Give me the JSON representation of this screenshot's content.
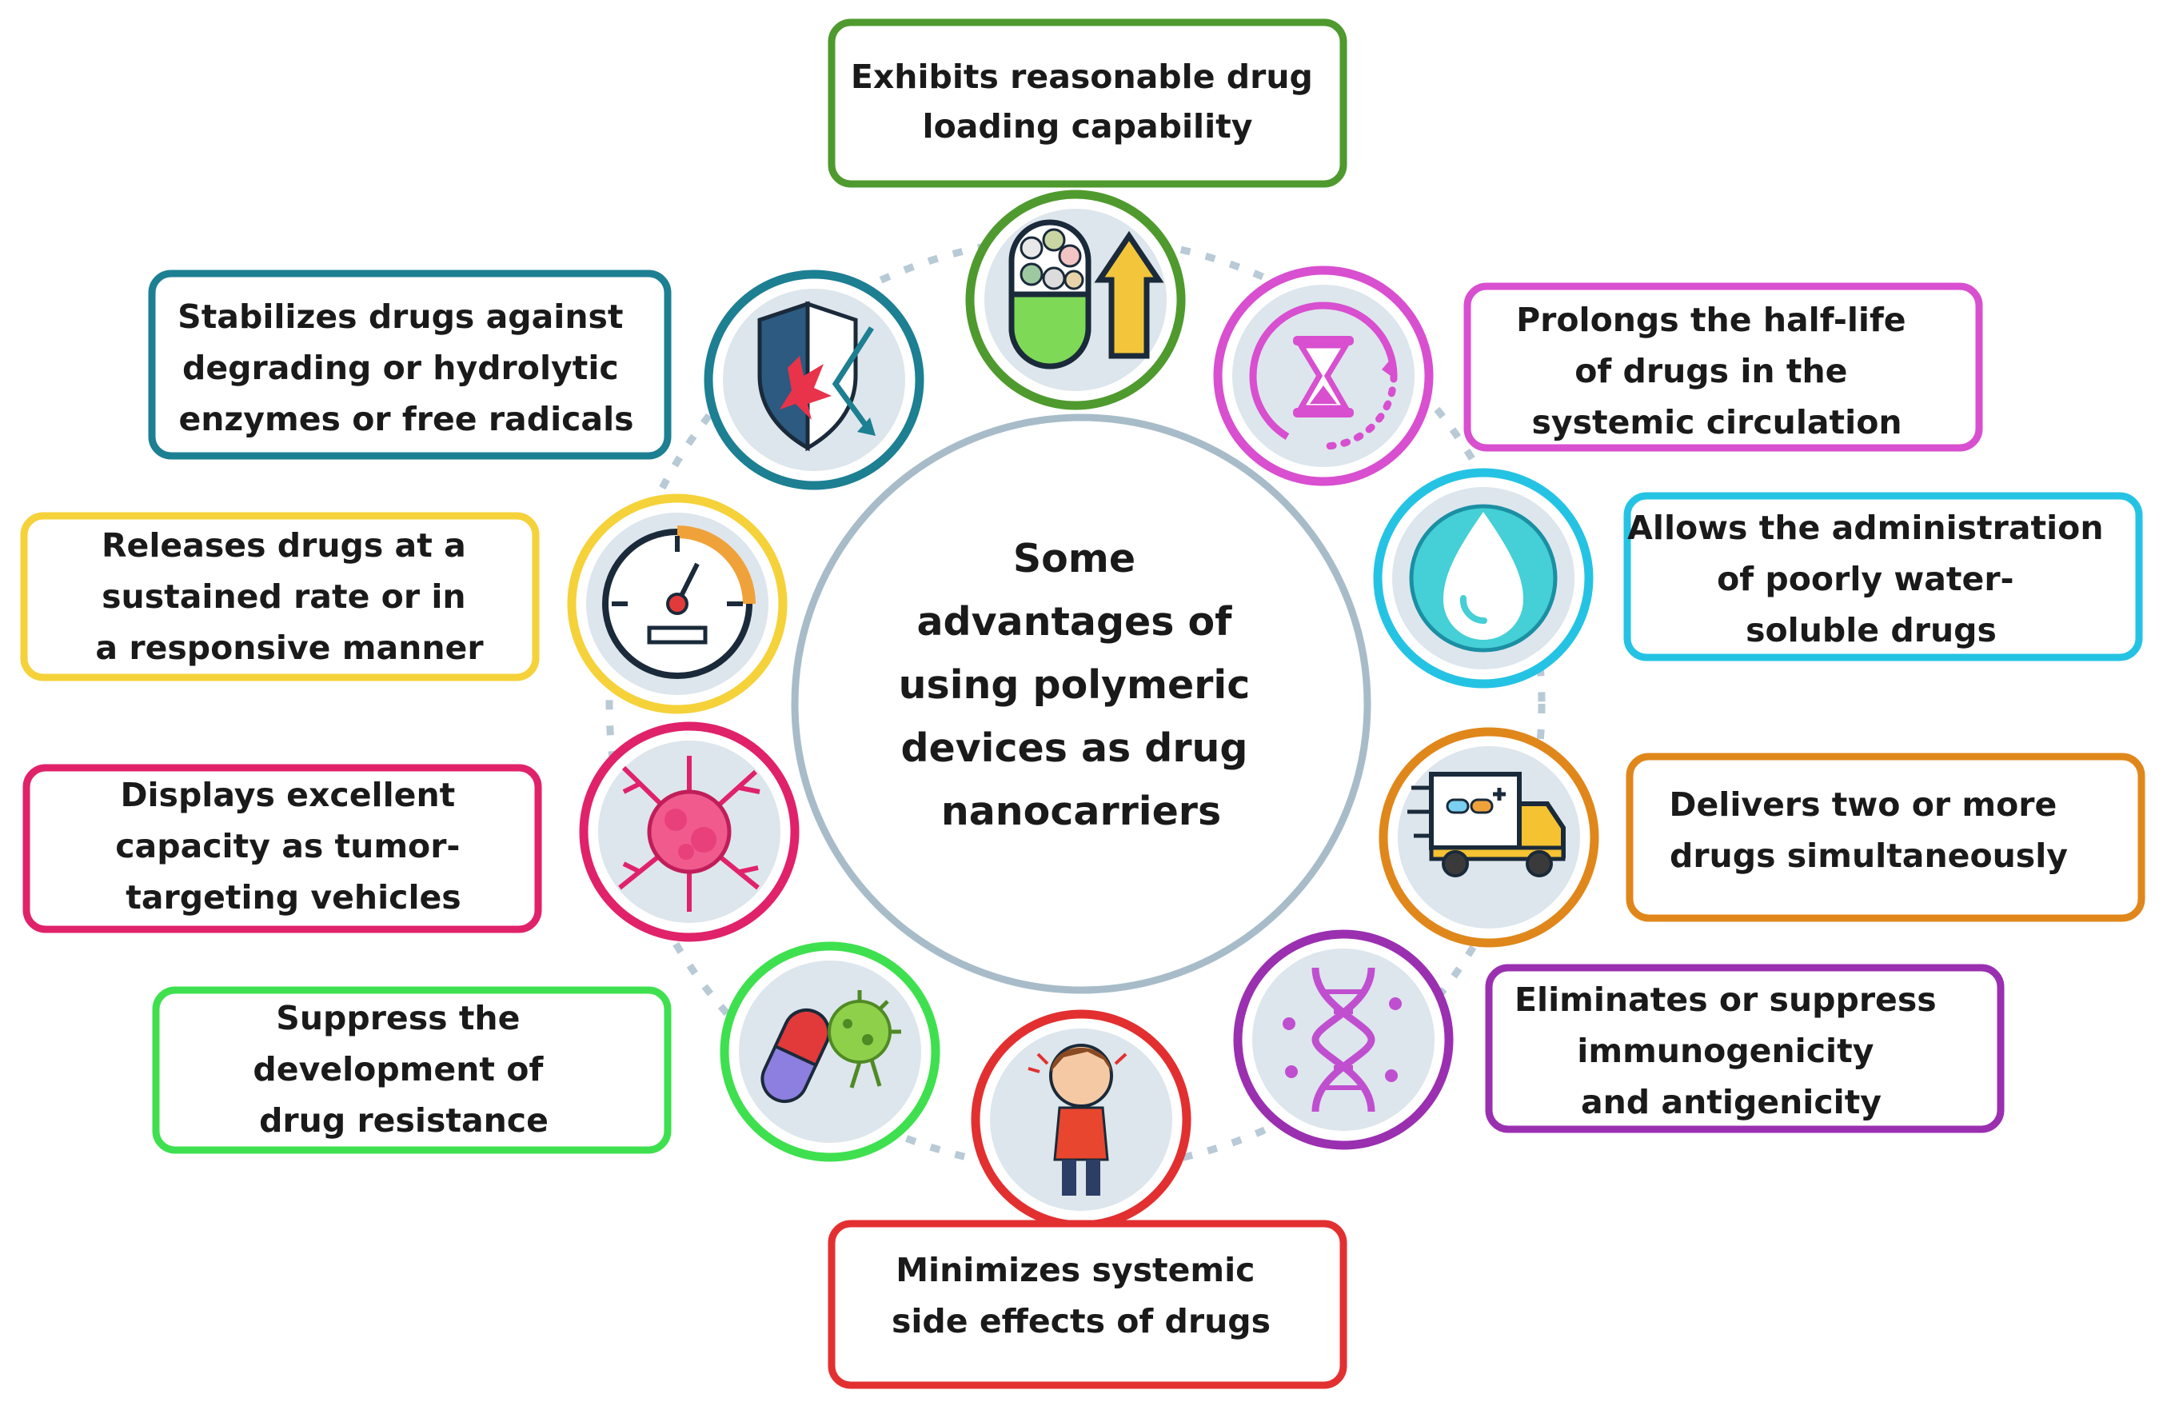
{
  "center": {
    "lines": [
      "Some",
      "advantages of",
      "using polymeric",
      "devices as drug",
      "nanocarriers"
    ]
  },
  "advantages": [
    {
      "id": "loading",
      "color": "#4f9a2e",
      "icon": "capsule-loading-icon",
      "lines": [
        "Exhibits reasonable drug",
        "loading capability"
      ]
    },
    {
      "id": "half-life",
      "color": "#d84fd0",
      "icon": "hourglass-icon",
      "lines": [
        "Prolongs the half-life",
        "of drugs  in the",
        "systemic circulation"
      ]
    },
    {
      "id": "water-soluble",
      "color": "#25c3e3",
      "icon": "water-drop-icon",
      "lines": [
        "Allows the administration",
        "of poorly water-",
        "soluble drugs"
      ]
    },
    {
      "id": "multi-drug",
      "color": "#e0871b",
      "icon": "delivery-truck-icon",
      "lines": [
        "Delivers two or more",
        "drugs  simultaneously"
      ]
    },
    {
      "id": "immunogenicity",
      "color": "#9a2fb0",
      "icon": "dna-icon",
      "lines": [
        "Eliminates or suppress",
        "immunogenicity",
        "and antigenicity"
      ]
    },
    {
      "id": "side-effects",
      "color": "#e23030",
      "icon": "headache-person-icon",
      "lines": [
        "Minimizes systemic",
        "side effects of drugs"
      ]
    },
    {
      "id": "resistance",
      "color": "#3fe04f",
      "icon": "pill-virus-icon",
      "lines": [
        "Suppress the",
        "development of",
        "drug resistance"
      ]
    },
    {
      "id": "tumor",
      "color": "#e0226a",
      "icon": "tumor-icon",
      "lines": [
        "Displays excellent",
        "capacity as tumor-",
        "targeting vehicles"
      ]
    },
    {
      "id": "sustained",
      "color": "#f5d23a",
      "icon": "gauge-icon",
      "lines": [
        "Releases drugs at a",
        "sustained rate or in",
        "a responsive manner"
      ]
    },
    {
      "id": "stabilize",
      "color": "#1d7f92",
      "icon": "shield-icon",
      "lines": [
        "Stabilizes drugs against",
        "degrading or hydrolytic",
        "enzymes or free radicals"
      ]
    }
  ]
}
